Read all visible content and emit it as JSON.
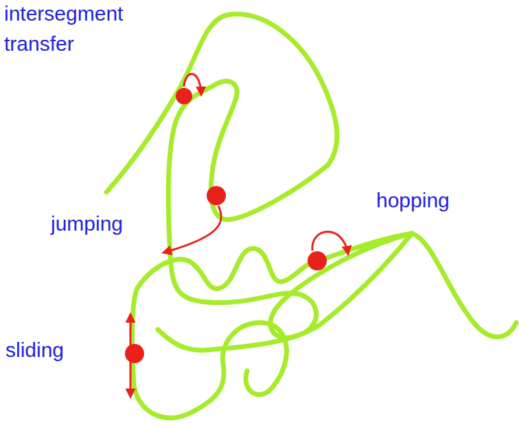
{
  "diagram": {
    "labels": [
      "intersegment transfer",
      "jumping",
      "hopping",
      "sliding"
    ]
  }
}
